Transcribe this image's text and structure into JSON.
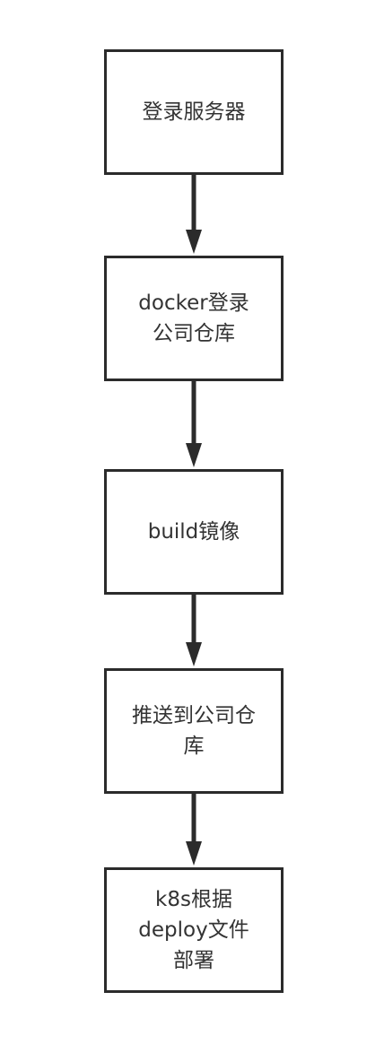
{
  "diagram": {
    "type": "flowchart",
    "direction": "top-to-bottom",
    "colors": {
      "stroke": "#2b2b2b",
      "text": "#333333",
      "background": "#ffffff"
    },
    "nodes": [
      {
        "id": "1",
        "label": "登录服务器"
      },
      {
        "id": "2",
        "label": "docker登录\n公司仓库"
      },
      {
        "id": "3",
        "label": "build镜像"
      },
      {
        "id": "4",
        "label": "推送到公司仓\n库"
      },
      {
        "id": "5",
        "label": "k8s根据\ndeploy文件\n部署"
      }
    ],
    "edges": [
      {
        "from": "1",
        "to": "2"
      },
      {
        "from": "2",
        "to": "3"
      },
      {
        "from": "3",
        "to": "4"
      },
      {
        "from": "4",
        "to": "5"
      }
    ]
  }
}
